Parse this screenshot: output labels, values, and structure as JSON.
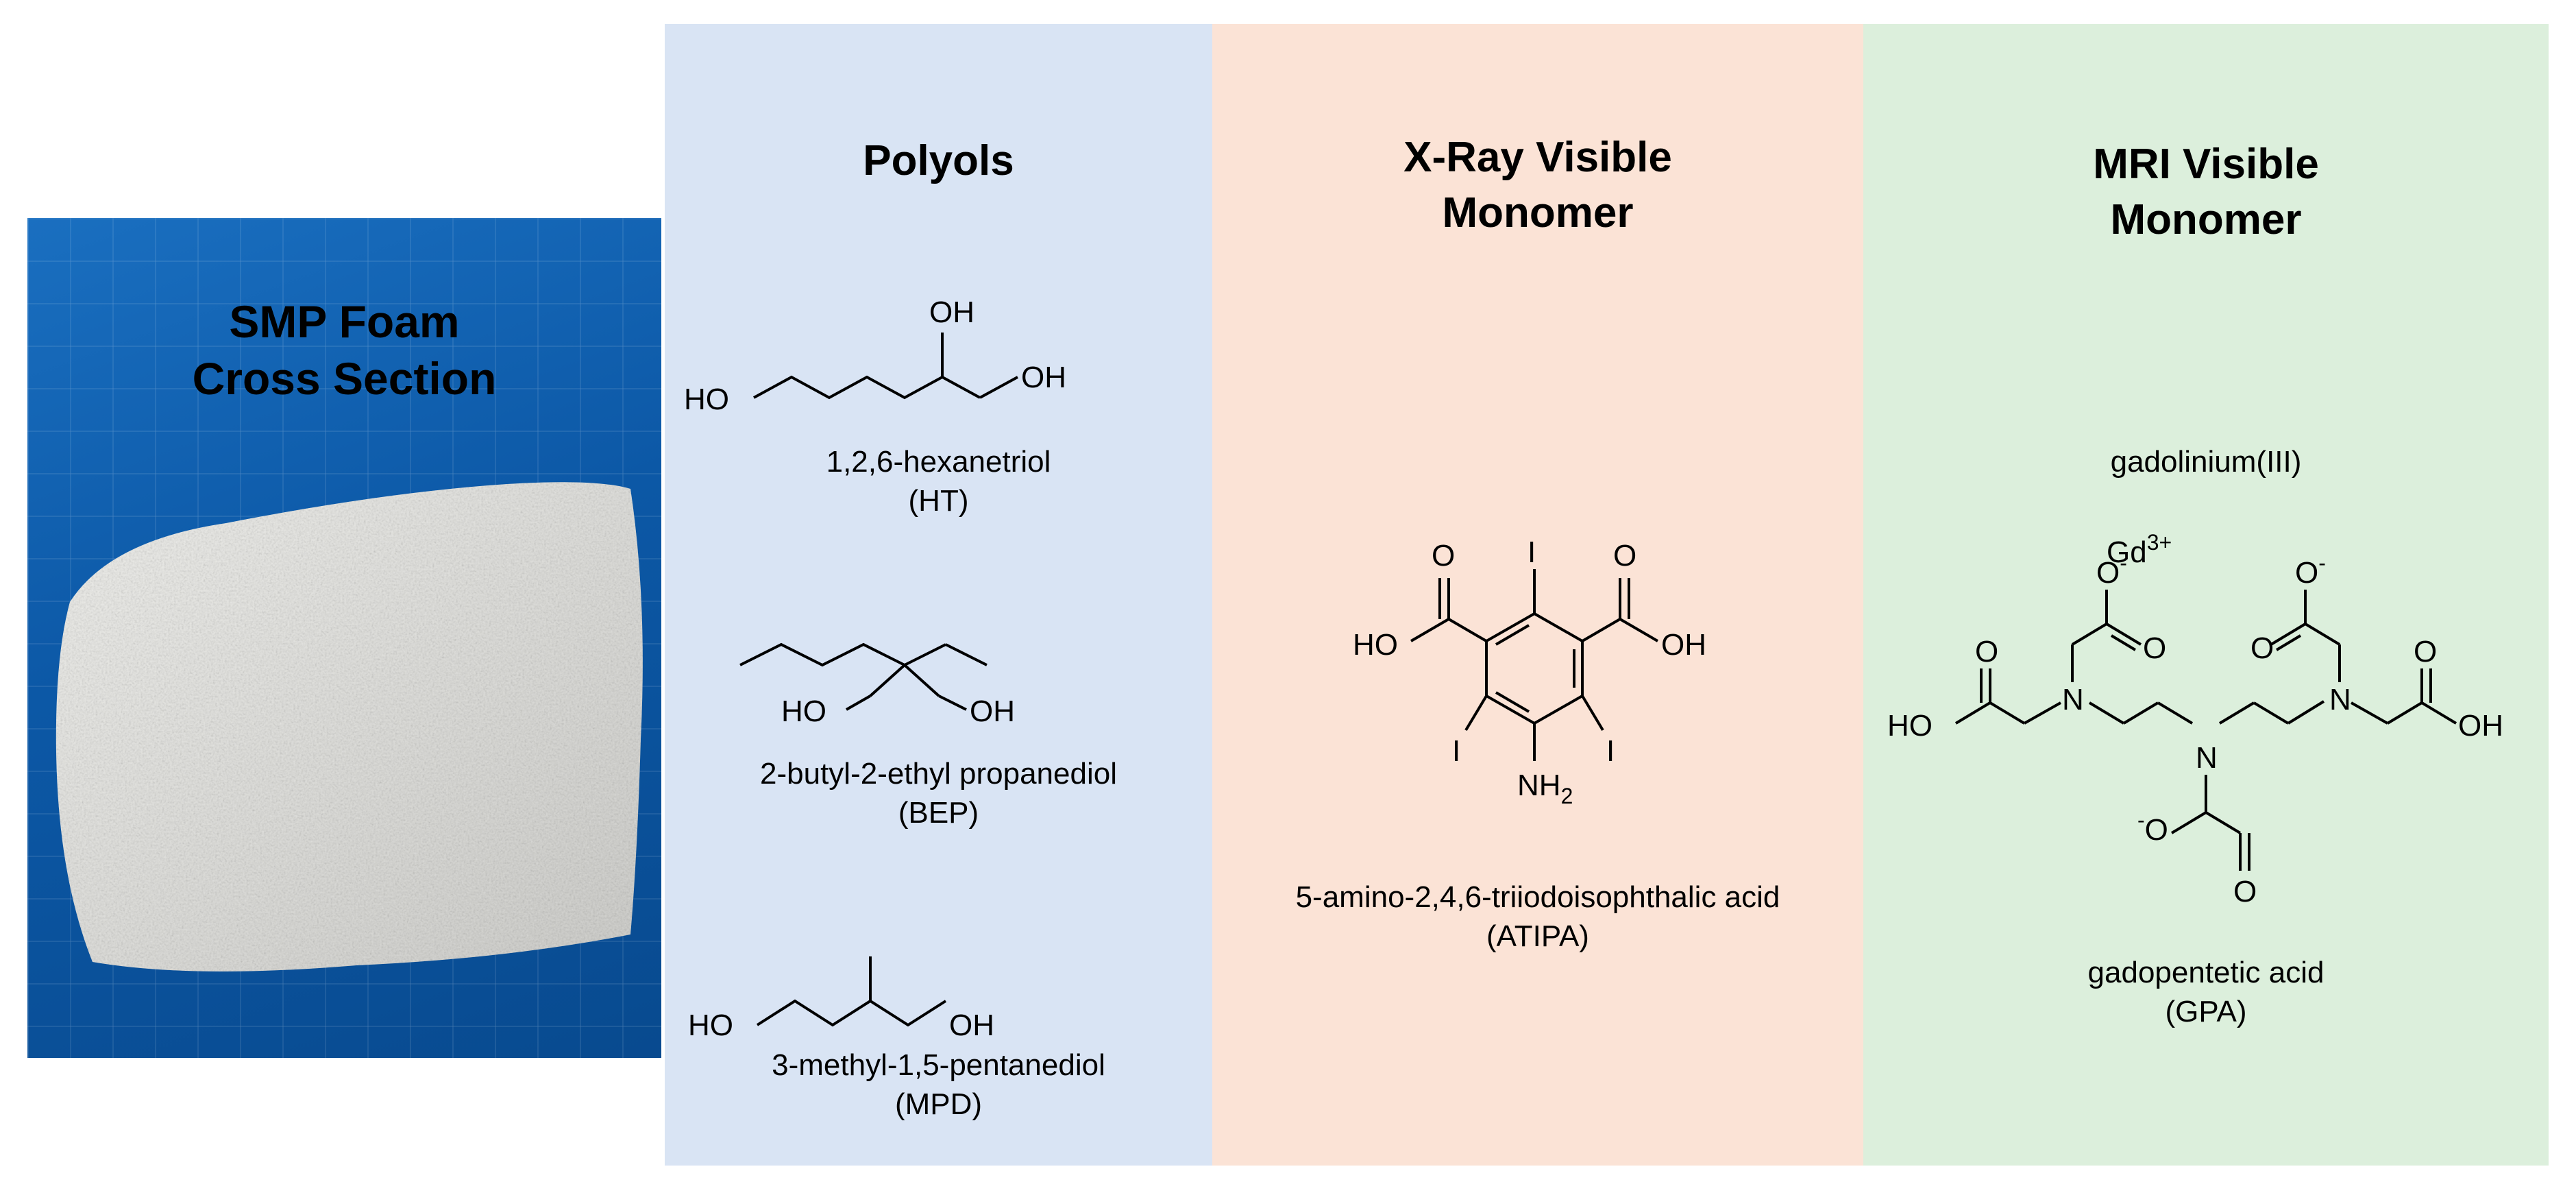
{
  "photo": {
    "title_line1": "SMP Foam",
    "title_line2": "Cross Section"
  },
  "polyols": {
    "title": "Polyols",
    "items": [
      {
        "name": "1,2,6-hexanetriol",
        "abbr": "(HT)"
      },
      {
        "name": "2-butyl-2-ethyl propanediol",
        "abbr": "(BEP)"
      },
      {
        "name": "3-methyl-1,5-pentanediol",
        "abbr": "(MPD)"
      }
    ]
  },
  "xray": {
    "title_line1": "X-Ray Visible",
    "title_line2": "Monomer",
    "name": "5-amino-2,4,6-triiodoisophthalic acid",
    "abbr": "(ATIPA)"
  },
  "mri": {
    "title_line1": "MRI Visible",
    "title_line2": "Monomer",
    "metal_label": "gadolinium(III)",
    "name": "gadopentetic acid",
    "abbr": "(GPA)"
  },
  "atoms": {
    "OH": "OH",
    "HO": "HO",
    "O": "O",
    "I": "I",
    "N": "N",
    "NH": "NH",
    "sub2": "2",
    "Gd": "Gd",
    "sup3": "3+",
    "minus": "-"
  },
  "colors": {
    "polyols_bg": "#d9e4f4",
    "xray_bg": "#fbe3d6",
    "mri_bg": "#dcefdc",
    "photo_bg": "#0c58a6",
    "foam": "#e6e6e2"
  }
}
